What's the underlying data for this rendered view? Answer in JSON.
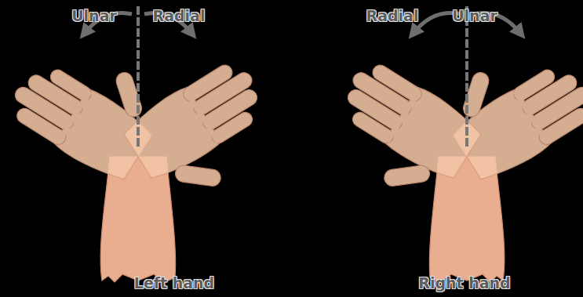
{
  "diagram": {
    "labels": [
      "Ulnar",
      "Radial",
      "Left hand",
      "Radial",
      "Ulnar",
      "Right hand"
    ]
  }
}
